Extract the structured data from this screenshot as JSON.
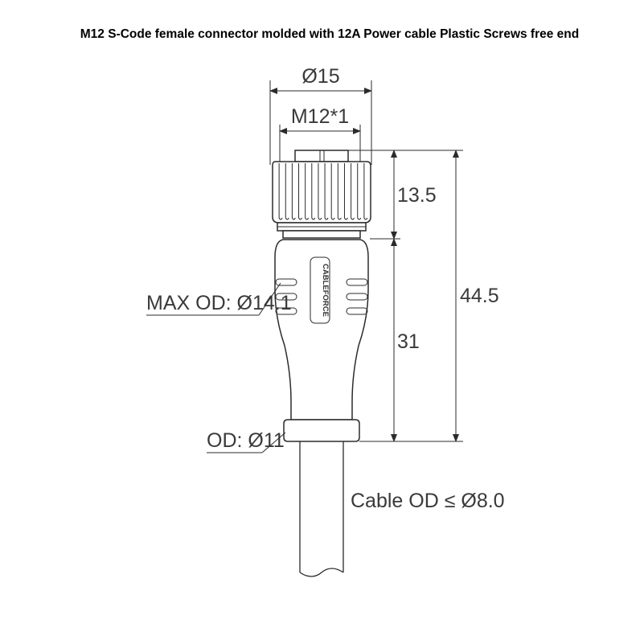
{
  "title": "M12 S-Code female connector molded with 12A Power cable Plastic Screws free end",
  "dimensions": {
    "outer_diameter": "Ø15",
    "thread": "M12*1",
    "nut_height": "13.5",
    "total_height": "44.5",
    "body_height": "31",
    "max_od": "MAX OD: Ø14.1",
    "sleeve_od": "OD: Ø11",
    "cable_od": "Cable OD ≤ Ø8.0"
  },
  "brand": "CABLEFORCE"
}
